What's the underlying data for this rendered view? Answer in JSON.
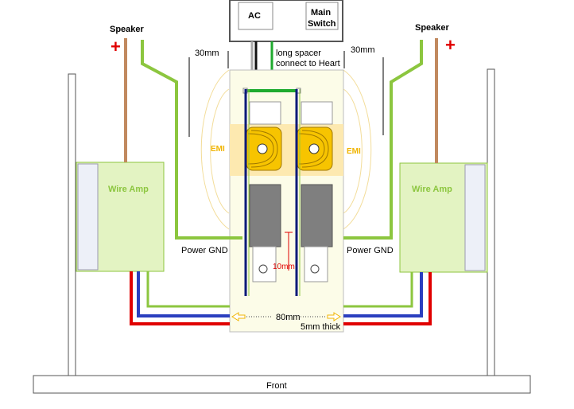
{
  "labels": {
    "ac": "AC",
    "main_switch_line1": "Main",
    "main_switch_line2": "Switch",
    "speaker_left": "Speaker",
    "speaker_right": "Speaker",
    "plus_left": "+",
    "plus_right": "+",
    "gap_left": "30mm",
    "gap_right": "30mm",
    "spacer_line1": "long spacer",
    "spacer_line2": "connect to Heart",
    "emi_left": "EMI",
    "emi_right": "EMI",
    "amp_left": "Wire Amp",
    "amp_right": "Wire Amp",
    "power_gnd_left": "Power GND",
    "power_gnd_right": "Power GND",
    "spacing_10mm": "10mm",
    "width_80mm": "80mm",
    "thickness": "5mm thick",
    "front": "Front"
  },
  "colors": {
    "board_fill": "#fcfce8",
    "emi_band": "#fde9b0",
    "capacitor": "#f7c400",
    "amp_fill": "#e3f3c2",
    "amp_border": "#8cc63f",
    "ground_wire": "#8cc63f",
    "speaker_wire": "#c1895f",
    "positive": "#e00000",
    "negative": "#2b3fbf",
    "rail": "#0a1a7a",
    "transistor": "#7f7f7f",
    "spacer": "#1faa2e",
    "emi_field": "#f3dd9a"
  }
}
